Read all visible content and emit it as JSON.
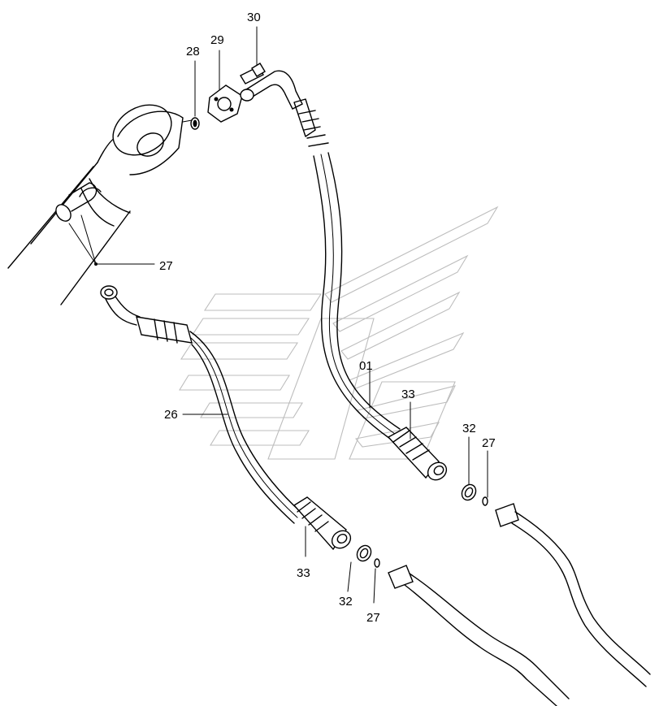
{
  "callouts": {
    "c30": "30",
    "c29": "29",
    "c28": "28",
    "c27_top": "27",
    "c26": "26",
    "c01": "01",
    "c33_right": "33",
    "c32_right": "32",
    "c27_right": "27",
    "c33_bottom": "33",
    "c32_bottom": "32",
    "c27_bottom": "27"
  }
}
